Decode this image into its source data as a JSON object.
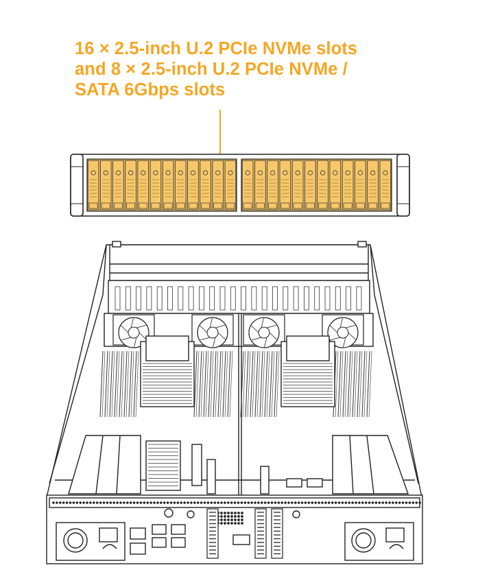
{
  "callout": {
    "line1": "16 × 2.5-inch U.2 PCIe NVMe slots",
    "line2": "and 8 × 2.5-inch U.2 PCIe NVMe /",
    "line3": "SATA 6Gbps slots"
  },
  "colors": {
    "accent": "#F5A623",
    "slot_fill": "#F7C76A",
    "line": "#222222"
  },
  "drive_bays": {
    "left_count": 12,
    "right_count": 12
  },
  "icons": [
    "fan-icon",
    "heatsink-icon",
    "psu-icon",
    "drive-slot-icon"
  ]
}
